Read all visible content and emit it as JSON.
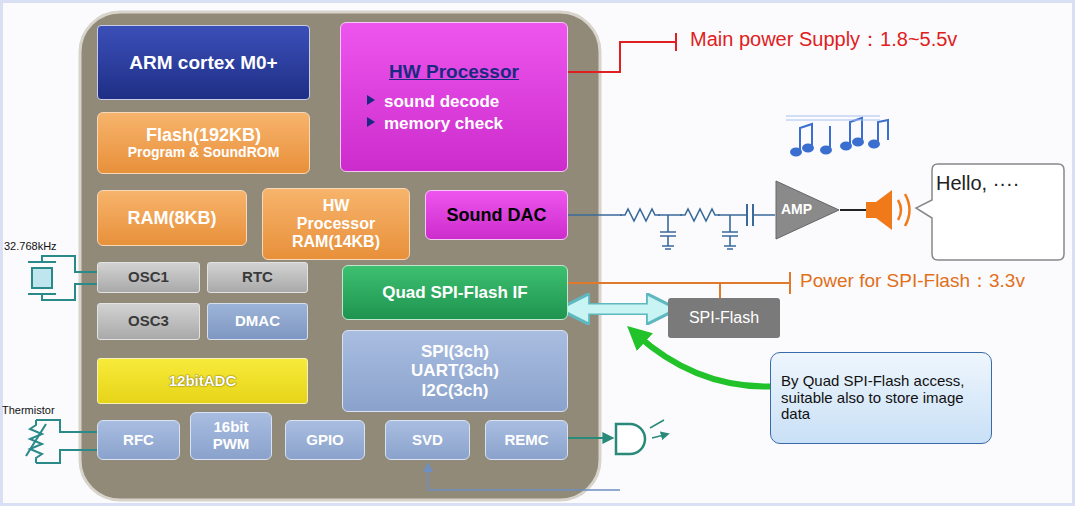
{
  "diagram": {
    "nodes": [
      {
        "text": [
          "ARM cortex M0+"
        ]
      },
      {
        "text": [
          "HW Processor",
          "sound decode",
          "memory check"
        ]
      },
      {
        "text": [
          "Flash(192KB)",
          "Program & SoundROM"
        ]
      },
      {
        "text": [
          "RAM(8KB)"
        ]
      },
      {
        "text": [
          "HW Processor RAM(14KB)"
        ]
      },
      {
        "text": [
          "Sound DAC"
        ]
      },
      {
        "text": [
          "OSC1"
        ]
      },
      {
        "text": [
          "RTC"
        ]
      },
      {
        "text": [
          "Quad SPI-Flash IF"
        ]
      },
      {
        "text": [
          "OSC3"
        ]
      },
      {
        "text": [
          "DMAC"
        ]
      },
      {
        "text": [
          "SPI(3ch)",
          "UART(3ch)",
          "I2C(3ch)"
        ]
      },
      {
        "text": [
          "12bitADC"
        ]
      },
      {
        "text": [
          "RFC"
        ]
      },
      {
        "text": [
          "16bit PWM"
        ]
      },
      {
        "text": [
          "GPIO"
        ]
      },
      {
        "text": [
          "SVD"
        ]
      },
      {
        "text": [
          "REMC"
        ]
      },
      {
        "text": [
          "AMP"
        ]
      },
      {
        "text": [
          "Hello, ····"
        ]
      },
      {
        "text": [
          "SPI-Flash"
        ]
      },
      {
        "text": [
          "By Quad SPI-Flash access, suitable also to store image data"
        ]
      }
    ],
    "edges": [
      {
        "from": 5,
        "to": 18,
        "arrow": "none"
      },
      {
        "from": 8,
        "to": 20,
        "arrow": "both"
      }
    ],
    "labels": [
      "Main power Supply：1.8~5.5v",
      "Power for SPI-Flash：3.3v",
      "32.768kHz",
      "Thermistor"
    ]
  }
}
